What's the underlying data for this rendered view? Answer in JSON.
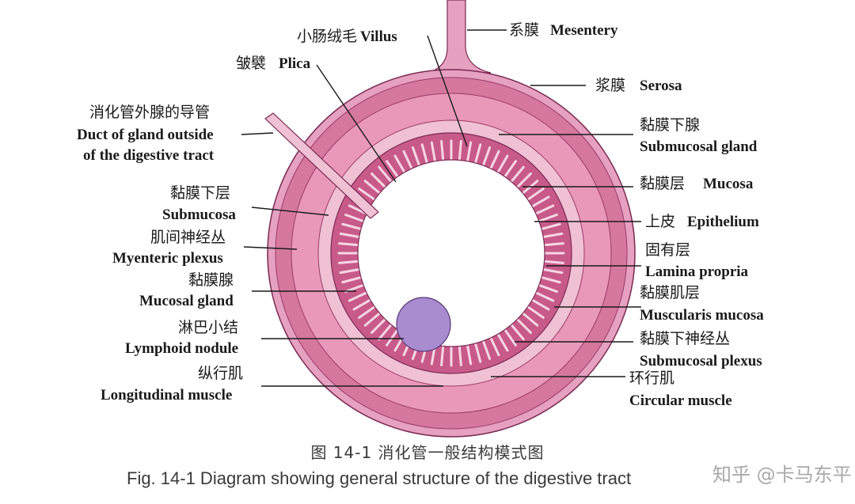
{
  "labels": {
    "villus_cn": "小肠绒毛",
    "villus_en": "Villus",
    "plica_cn": "皱襞",
    "plica_en": "Plica",
    "duct_cn": "消化管外腺的导管",
    "duct_en1": "Duct of gland outside",
    "duct_en2": "of the digestive tract",
    "submucosa_cn": "黏膜下层",
    "submucosa_en": "Submucosa",
    "myenteric_cn": "肌间神经丛",
    "myenteric_en": "Myenteric plexus",
    "mucosal_gland_cn": "黏膜腺",
    "mucosal_gland_en": "Mucosal gland",
    "lymphoid_cn": "淋巴小结",
    "lymphoid_en": "Lymphoid nodule",
    "longitudinal_cn": "纵行肌",
    "longitudinal_en": "Longitudinal muscle",
    "mesentery_cn": "系膜",
    "mesentery_en": "Mesentery",
    "serosa_cn": "浆膜",
    "serosa_en": "Serosa",
    "submucosal_gland_cn": "黏膜下腺",
    "submucosal_gland_en": "Submucosal gland",
    "mucosa_cn": "黏膜层",
    "mucosa_en": "Mucosa",
    "epithelium_cn": "上皮",
    "epithelium_en": "Epithelium",
    "lamina_cn": "固有层",
    "lamina_en": "Lamina propria",
    "muscularis_cn": "黏膜肌层",
    "muscularis_en": "Muscularis mucosa",
    "submucosal_plexus_cn": "黏膜下神经丛",
    "submucosal_plexus_en": "Submucosal plexus",
    "circular_cn": "环行肌",
    "circular_en": "Circular muscle"
  },
  "caption": {
    "cn": "图 14-1    消化管一般结构模式图",
    "en": "Fig. 14-1    Diagram showing general structure of the digestive tract"
  },
  "watermark": "知乎 @卡马东平",
  "colors": {
    "outer": "#e6a0c0",
    "muscle": "#d6789e",
    "submucosa": "#f0c0d4",
    "mucosa": "#c85a8a",
    "lumen": "#ffffff",
    "lymph": "#a98bd0"
  }
}
